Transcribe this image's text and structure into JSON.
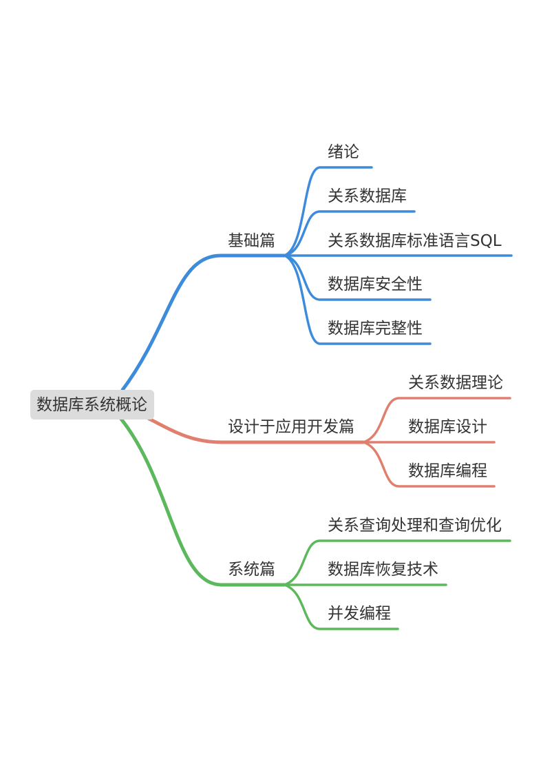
{
  "colors": {
    "blue": "#3d8bdb",
    "red": "#e07f6e",
    "green": "#5cb85c",
    "root_bg": "#dcdcdc",
    "text": "#333333"
  },
  "mindmap": {
    "root": "数据库系统概论",
    "branches": [
      {
        "label": "基础篇",
        "color": "blue",
        "children": [
          "绪论",
          "关系数据库",
          "关系数据库标准语言SQL",
          "数据库安全性",
          "数据库完整性"
        ]
      },
      {
        "label": "设计于应用开发篇",
        "color": "red",
        "children": [
          "关系数据理论",
          "数据库设计",
          "数据库编程"
        ]
      },
      {
        "label": "系统篇",
        "color": "green",
        "children": [
          "关系查询处理和查询优化",
          "数据库恢复技术",
          "并发编程"
        ]
      }
    ]
  }
}
